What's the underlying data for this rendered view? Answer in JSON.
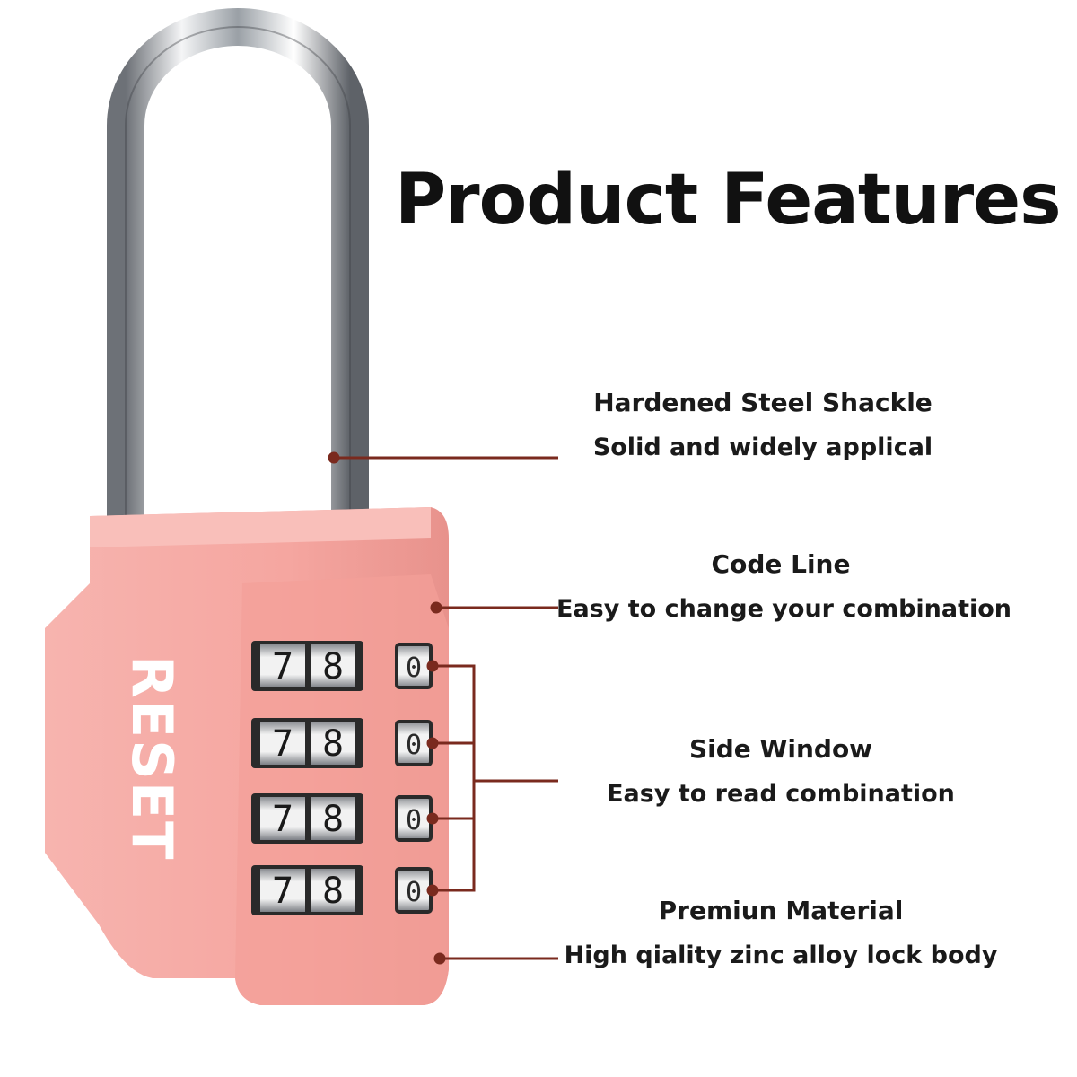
{
  "title": "Product Features",
  "brand": "RESET",
  "dial_digits": [
    "7",
    "8"
  ],
  "side_window_digit": "0",
  "colors": {
    "lock_body": "#f5a9a4",
    "lock_shadow": "#e58c86",
    "callout_line": "#7a2a1e",
    "shackle": "#c9ccd0"
  },
  "features": [
    {
      "heading": "Hardened Steel Shackle",
      "description": "Solid and widely applical"
    },
    {
      "heading": "Code Line",
      "description": "Easy to change your combination"
    },
    {
      "heading": "Side Window",
      "description": "Easy to read combination"
    },
    {
      "heading": "Premiun Material",
      "description": "High qiality zinc alloy lock body"
    }
  ]
}
